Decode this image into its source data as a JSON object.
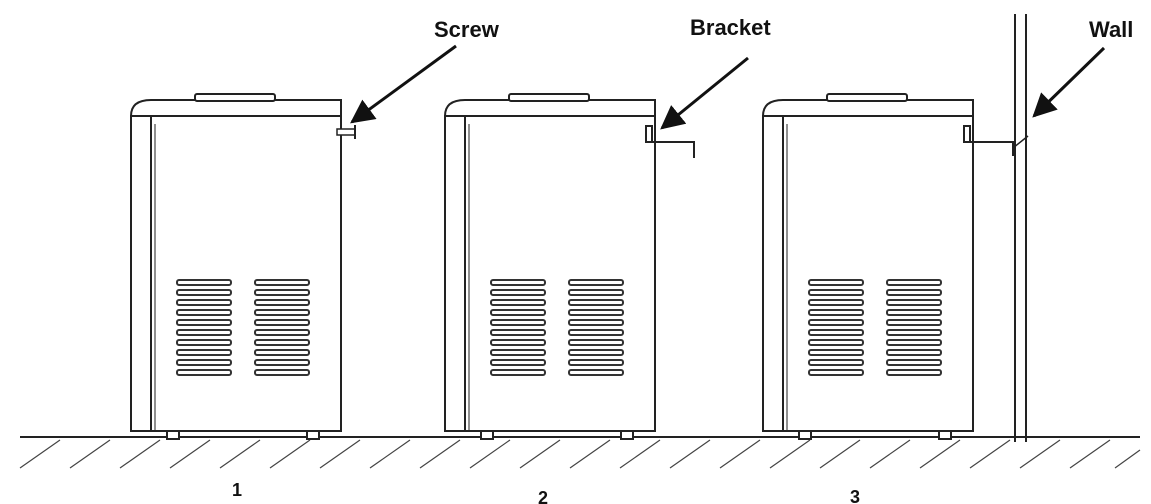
{
  "callouts": {
    "screw": "Screw",
    "bracket": "Bracket",
    "wall": "Wall"
  },
  "steps": [
    "1",
    "2",
    "3"
  ],
  "icons": {
    "arrow": "arrow-icon",
    "cabinet": "water-dispenser-icon"
  }
}
